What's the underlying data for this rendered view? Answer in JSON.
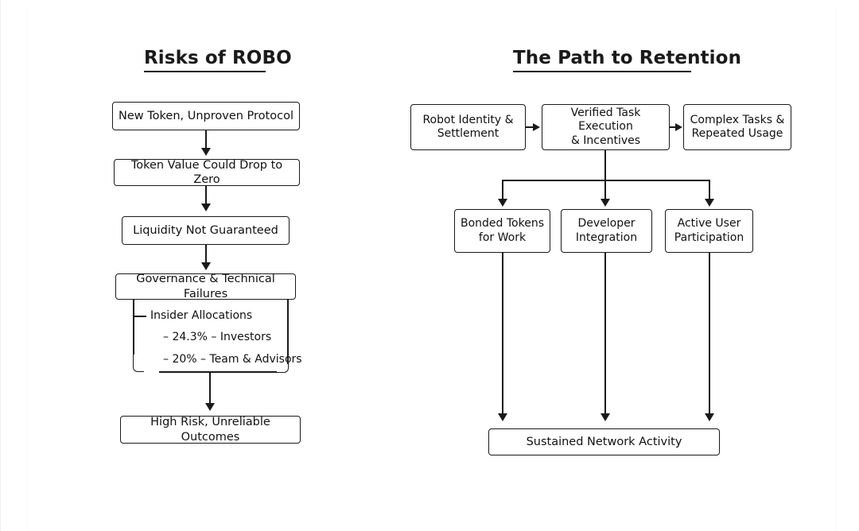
{
  "slide": {
    "background_color": "#ffffff",
    "ink_color": "#1a1a1a"
  },
  "left_panel": {
    "title": "Risks of ROBO",
    "nodes": [
      {
        "id": "new-token",
        "label": "New Token, Unproven Protocol"
      },
      {
        "id": "token-value",
        "label": "Token Value Could Drop to Zero"
      },
      {
        "id": "liquidity",
        "label": "Liquidity Not Guaranteed"
      },
      {
        "id": "governance",
        "label": "Governance & Technical Failures"
      },
      {
        "id": "high-risk",
        "label": "High Risk, Unreliable Outcomes"
      }
    ],
    "tree": {
      "root_label": "Insider Allocations",
      "items": [
        {
          "label": "– 24.3% – Investors"
        },
        {
          "label": "– 20% – Team & Advisors"
        }
      ]
    }
  },
  "right_panel": {
    "title": "The Path to Retention",
    "row_top": [
      {
        "id": "robot-identity",
        "line1": "Robot Identity &",
        "line2": "Settlement"
      },
      {
        "id": "verified-task",
        "line1": "Verified Task Execution",
        "line2": "& Incentives"
      },
      {
        "id": "complex-tasks",
        "line1": "Complex Tasks &",
        "line2": "Repeated Usage"
      }
    ],
    "row_middle": [
      {
        "id": "bonded-tokens",
        "line1": "Bonded Tokens",
        "line2": "for Work"
      },
      {
        "id": "developer-integration",
        "line1": "Developer",
        "line2": "Integration"
      },
      {
        "id": "active-user",
        "line1": "Active User",
        "line2": "Participation"
      }
    ],
    "outcome": {
      "id": "sustained-network",
      "label": "Sustained Network Activity"
    }
  },
  "chart_data": {
    "type": "diagram",
    "title": "Risks of ROBO / The Path to Retention",
    "diagrams": [
      {
        "name": "Risks of ROBO",
        "style": "vertical flowchart with downward arrows",
        "sequence": [
          "New Token, Unproven Protocol",
          "Token Value Could Drop to Zero",
          "Liquidity Not Guaranteed",
          "Governance & Technical Failures",
          "High Risk, Unreliable Outcomes"
        ],
        "annotations": {
          "attached_to": "Governance & Technical Failures",
          "bracket_items": [
            "Insider Allocations",
            "– 24.3% – Investors",
            "– 20% – Team & Advisors"
          ]
        }
      },
      {
        "name": "The Path to Retention",
        "style": "horizontal chain then fan-out then convergence",
        "chain": [
          "Robot Identity & Settlement",
          "Verified Task Execution & Incentives",
          "Complex Tasks & Repeated Usage"
        ],
        "fan_out_from": "Verified Task Execution & Incentives",
        "fan_out_to": [
          "Bonded Tokens for Work",
          "Developer Integration",
          "Active User Participation"
        ],
        "converge_to": "Sustained Network Activity"
      }
    ]
  }
}
